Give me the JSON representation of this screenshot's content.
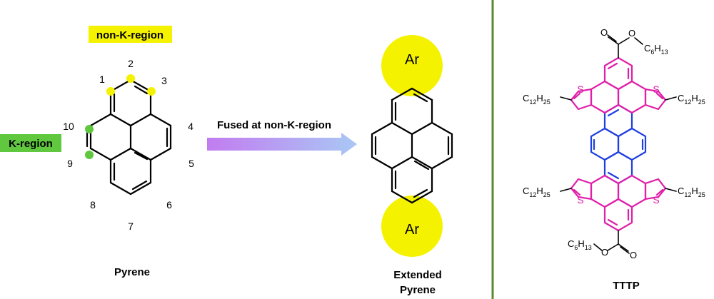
{
  "colors": {
    "yellow": "#f5f200",
    "green": "#5fc83e",
    "divider": "#5b8a2a",
    "thiophene": "#e01ea8",
    "core": "#1f3fe0",
    "arrow_start": "#c27cf0",
    "arrow_end": "#a9c8f5"
  },
  "pyrene": {
    "label": "Pyrene",
    "non_k_region": "non-K-region",
    "k_region": "K-region",
    "positions": [
      "1",
      "2",
      "3",
      "4",
      "5",
      "6",
      "7",
      "8",
      "9",
      "10"
    ]
  },
  "arrow": {
    "label": "Fused at non-K-region"
  },
  "extended": {
    "label_line1": "Extended",
    "label_line2": "Pyrene",
    "ar_top": "Ar",
    "ar_bottom": "Ar"
  },
  "tttp": {
    "label": "TTTP",
    "atoms": {
      "S": "S",
      "O": "O",
      "C": "C",
      "H": "H",
      "c12": "12",
      "h25": "25",
      "c6": "6",
      "h13": "13"
    }
  }
}
